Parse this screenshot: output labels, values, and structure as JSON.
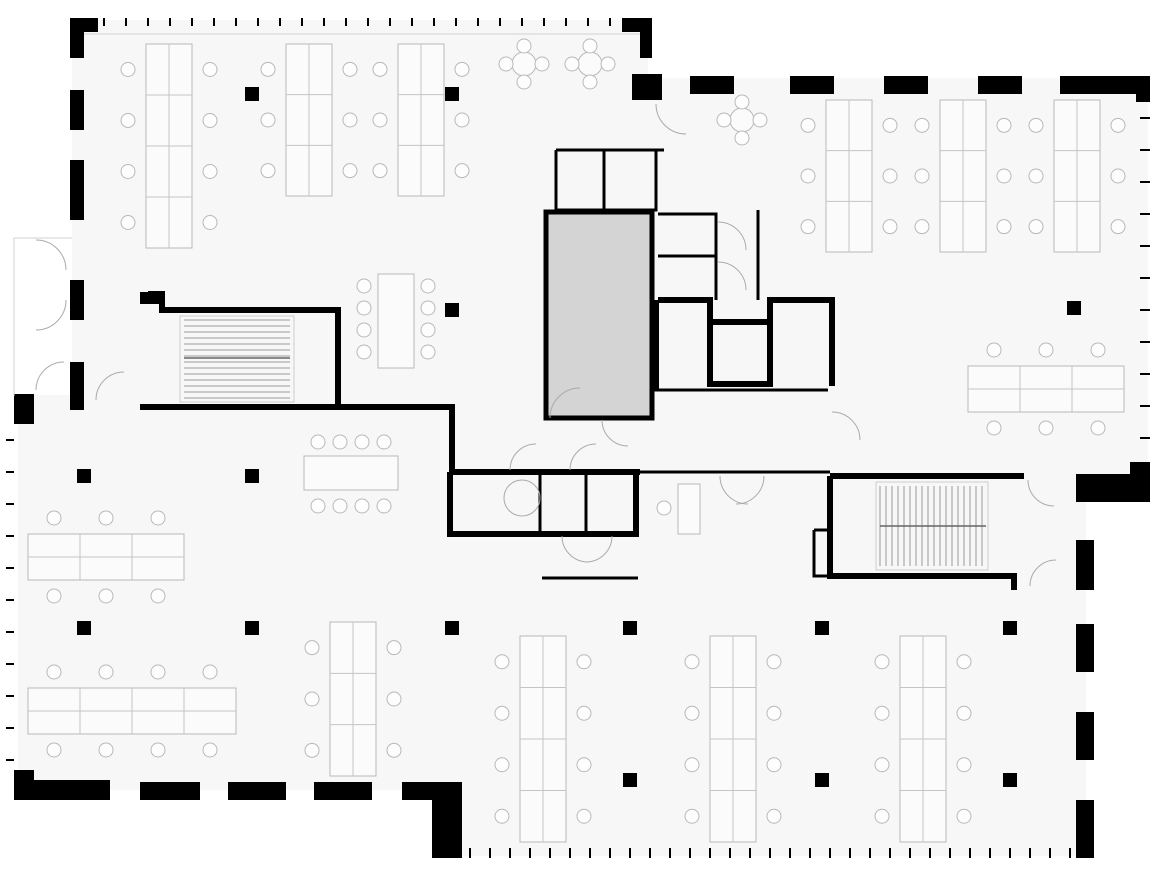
{
  "colors": {
    "wall": "#000000",
    "floor": "#f7f7f7",
    "core": "#d4d4d4",
    "furniture": "#b8b8b8"
  },
  "icons": {
    "desk": "desk-cluster",
    "chair": "office-chair",
    "column": "structural-column",
    "stair": "staircase",
    "door": "door-swing"
  }
}
